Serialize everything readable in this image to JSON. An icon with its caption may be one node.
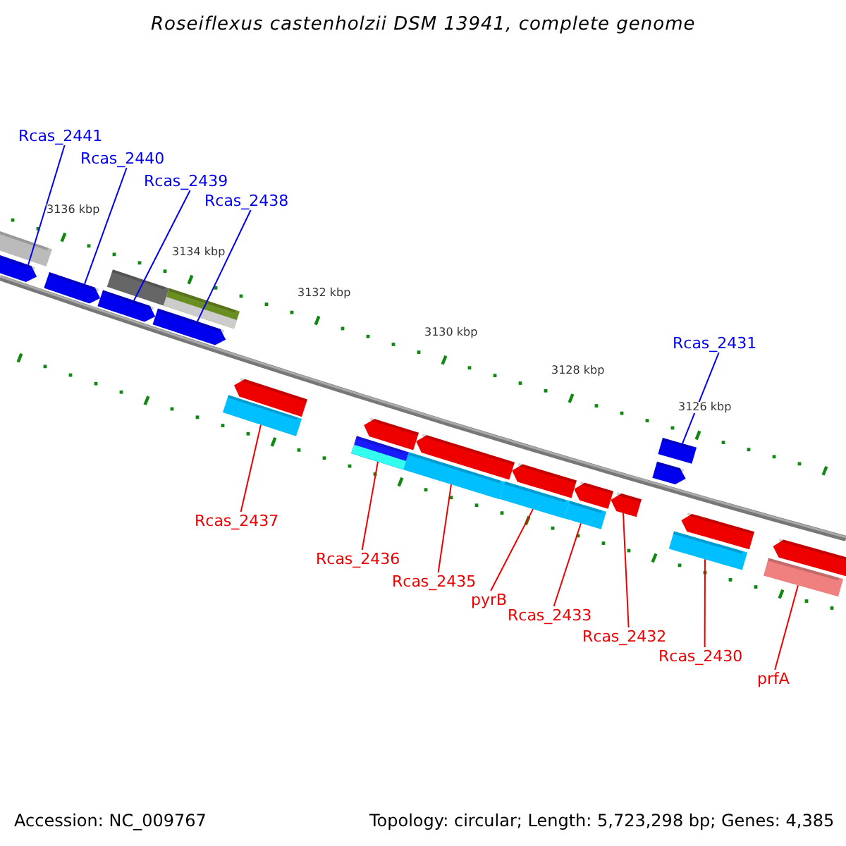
{
  "diagram": {
    "title": "Roseiflexus castenholzii DSM 13941, complete genome",
    "nodes": [
      {
        "text": [
          "Rcas_2441"
        ]
      },
      {
        "text": [
          "Rcas_2440"
        ]
      },
      {
        "text": [
          "Rcas_2439"
        ]
      },
      {
        "text": [
          "Rcas_2438"
        ]
      },
      {
        "text": [
          "Rcas_2431"
        ]
      },
      {
        "text": [
          "Rcas_2437"
        ]
      },
      {
        "text": [
          "Rcas_2436"
        ]
      },
      {
        "text": [
          "Rcas_2435"
        ]
      },
      {
        "text": [
          "pyrB"
        ]
      },
      {
        "text": [
          "Rcas_2433"
        ]
      },
      {
        "text": [
          "Rcas_2432"
        ]
      },
      {
        "text": [
          "Rcas_2430"
        ]
      },
      {
        "text": [
          "prfA"
        ]
      },
      {
        "text": [],
        "shape": "bar"
      },
      {
        "text": [],
        "shape": "bar"
      },
      {
        "text": [],
        "shape": "bar"
      },
      {
        "text": [],
        "shape": "bar"
      },
      {
        "text": [],
        "shape": "bar"
      },
      {
        "text": [],
        "shape": "bar"
      },
      {
        "text": [],
        "shape": "bar"
      },
      {
        "text": [],
        "shape": "bar"
      },
      {
        "text": [],
        "shape": "bar"
      },
      {
        "text": [],
        "shape": "bar"
      },
      {
        "text": [],
        "shape": "bar"
      },
      {
        "text": [],
        "shape": "bar"
      },
      {
        "text": [],
        "shape": "bar"
      }
    ],
    "edges": [
      {
        "from": 0,
        "to": 13,
        "arrow": "none",
        "color": "#0000ee"
      },
      {
        "from": 1,
        "to": 14,
        "arrow": "none",
        "color": "#0000ee"
      },
      {
        "from": 2,
        "to": 15,
        "arrow": "none",
        "color": "#0000ee"
      },
      {
        "from": 3,
        "to": 16,
        "arrow": "none",
        "color": "#0000ee"
      },
      {
        "from": 4,
        "to": 17,
        "arrow": "none",
        "color": "#0000ee"
      },
      {
        "from": 5,
        "to": 18,
        "arrow": "none"
      },
      {
        "from": 6,
        "to": 19,
        "arrow": "none"
      },
      {
        "from": 7,
        "to": 20,
        "arrow": "none"
      },
      {
        "from": 8,
        "to": 21,
        "arrow": "none"
      },
      {
        "from": 9,
        "to": 22,
        "arrow": "none"
      },
      {
        "from": 10,
        "to": 23,
        "arrow": "none"
      },
      {
        "from": 11,
        "to": 24,
        "arrow": "none"
      },
      {
        "from": 12,
        "to": 25,
        "arrow": "none"
      }
    ],
    "labels": [
      "3136 kbp",
      "3134 kbp",
      "3132 kbp",
      "3130 kbp",
      "3128 kbp",
      "3126 kbp",
      "Accession: NC_009767",
      "Topology: circular; Length: 5,723,298 bp; Genes: 4,385"
    ]
  }
}
